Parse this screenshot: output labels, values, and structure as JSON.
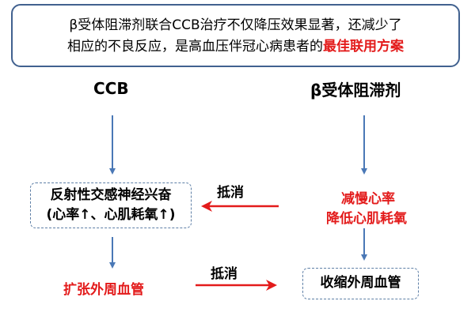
{
  "banner": {
    "line1": "β受体阻滞剂联合CCB治疗不仅降压效果显著，还减少了",
    "line2_prefix": "相应的不良反应，是高血压伴冠心病患者的",
    "line2_highlight": "最佳联用方案"
  },
  "left_column": {
    "title": "CCB",
    "reflex_line1": "反射性交感神经兴奋",
    "reflex_line2": "(心率↑、心肌耗氧↑)",
    "effect": "扩张外周血管"
  },
  "right_column": {
    "title": "β受体阻滞剂",
    "effect_line1": "减慢心率",
    "effect_line2": "降低心肌耗氧",
    "constrict": "收缩外周血管"
  },
  "arrows": {
    "cancel_label_top": "抵消",
    "cancel_label_bottom": "抵消"
  },
  "colors": {
    "highlight": "#e31b1b",
    "box_border": "#5e7fa6",
    "flow_arrow": "#4a78b6",
    "banner_border": "#41618f"
  }
}
